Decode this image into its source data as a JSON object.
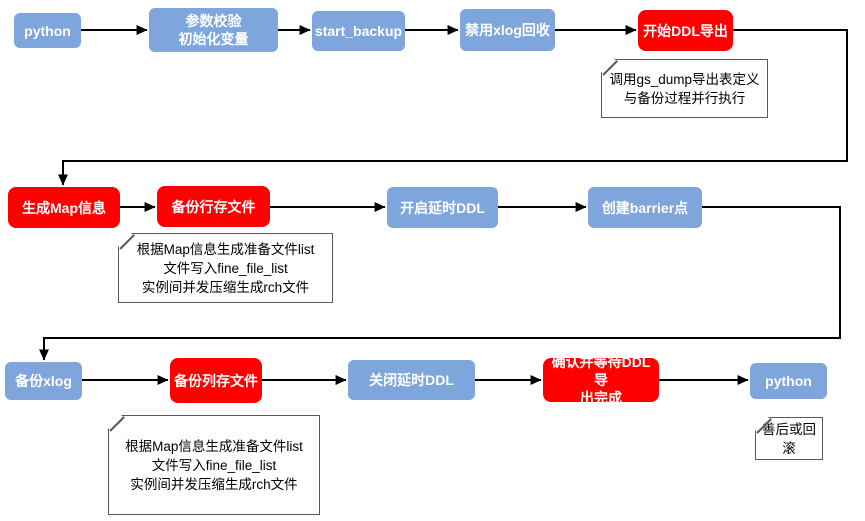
{
  "colors": {
    "node_blue": "#7EA6DC",
    "node_red": "#FF0000",
    "node_text": "#FFFFFF",
    "connector": "#000000",
    "note_border": "#595959",
    "note_background": "#FFFFFF",
    "note_text": "#000000",
    "background": "#FFFFFF"
  },
  "diagram_type": "flowchart",
  "nodes": [
    {
      "label": "python",
      "color": "blue"
    },
    {
      "label": "参数校验\n初始化变量",
      "color": "blue"
    },
    {
      "label": "start_backup",
      "color": "blue"
    },
    {
      "label": "禁用xlog回收",
      "color": "blue"
    },
    {
      "label": "开始DDL导出",
      "color": "red"
    },
    {
      "label": "生成Map信息",
      "color": "red"
    },
    {
      "label": "备份行存文件",
      "color": "red"
    },
    {
      "label": "开启延时DDL",
      "color": "blue"
    },
    {
      "label": "创建barrier点",
      "color": "blue"
    },
    {
      "label": "备份xlog",
      "color": "blue"
    },
    {
      "label": "备份列存文件",
      "color": "red"
    },
    {
      "label": "关闭延时DDL",
      "color": "blue"
    },
    {
      "label": "确认并等待DDL导\n出完成",
      "color": "red"
    },
    {
      "label": "python",
      "color": "blue"
    }
  ],
  "notes": [
    {
      "text": "调用gs_dump导出表定义\n与备份过程并行执行",
      "attached_to": "开始DDL导出"
    },
    {
      "text": "根据Map信息生成准备文件list\n文件写入fine_file_list\n实例间并发压缩生成rch文件",
      "attached_to": "备份行存文件"
    },
    {
      "text": "根据Map信息生成准备文件list\n文件写入fine_file_list\n实例间并发压缩生成rch文件",
      "attached_to": "备份列存文件"
    },
    {
      "text": "善后或回\n滚",
      "attached_to": "python"
    }
  ]
}
